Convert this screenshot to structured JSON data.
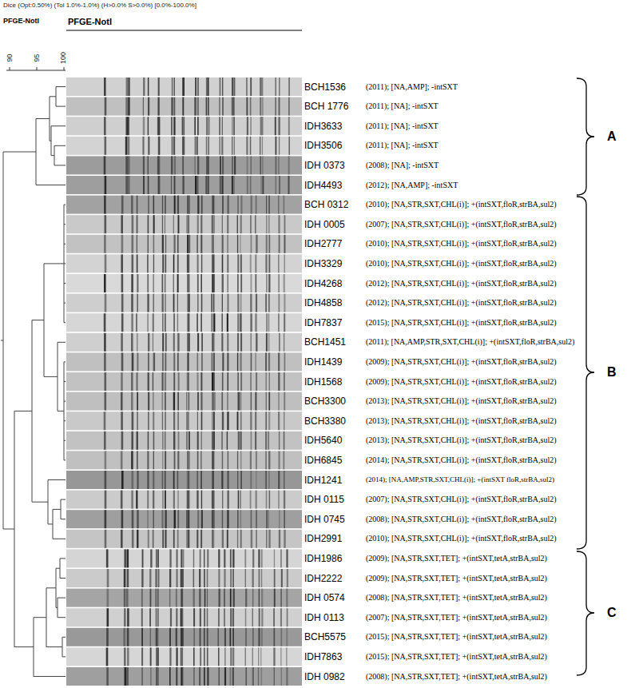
{
  "diagram": {
    "title": "PFGE-NotI",
    "labels": [
      "Dice (Opt:0.50%) (Tol 1.0%-1.0%) (H>0.0% S>0.0%) [0.0%-100.0%]",
      "PFGE-NotI",
      "90",
      "95",
      "100",
      "BCH1536",
      "(2011); [NA,AMP]; -intSXT",
      "BCH 1776",
      "(2011); [NA]; -intSXT",
      "IDH3633",
      "(2011); [NA]; -intSXT",
      "IDH3506",
      "(2011); [NA]; -intSXT",
      "IDH 0373",
      "(2008); [NA]; -intSXT",
      "IDH4493",
      "(2012); [NA,AMP]; -intSXT",
      "BCH 0312",
      "(2010); [NA,STR,SXT,CHL(i)]; +(intSXT,floR,strBA,sul2)",
      "IDH 0005",
      "(2007); [NA,STR,SXT,CHL(i)]; +(intSXT,floR,strBA,sul2)",
      "IDH2777",
      "(2010); [NA,STR,SXT,CHL(i)]; +(intSXT,floR,strBA,sul2)",
      "IDH3329",
      "(2010); [NA,STR,SXT,CHL(i)]; +(intSXT,floR,strBA,sul2)",
      "IDH4268",
      "(2012); [NA,STR,SXT,CHL(i)]; +(intSXT,floR,strBA,sul2)",
      "IDH4858",
      "(2012); [NA,STR,SXT,CHL(i)]; +(intSXT,floR,strBA,sul2)",
      "IDH7837",
      "(2015); [NA,STR,SXT,CHL(i)]; +(intSXT,floR,strBA,sul2)",
      "BCH1451",
      "(2011); [NA,AMP,STR,SXT,CHL(i)]; +(intSXT,floR,strBA,sul2)",
      "IDH1439",
      "(2009); [NA,STR,SXT,CHL(i)]; +(intSXT,floR,strBA,sul2)",
      "IDH1568",
      "(2009); [NA,STR,SXT,CHL(i)]; +(intSXT,floR,strBA,sul2)",
      "BCH3300",
      "(2013); [NA,STR,SXT,CHL(i)]; +(intSXT,floR,strBA,sul2)",
      "BCH3380",
      "(2013); [NA,STR,SXT,CHL(i)]; +(intSXT,floR,strBA,sul2)",
      "IDH5640",
      "(2013); [NA,STR,SXT,CHL(i)]; +(intSXT,floR,strBA,sul2)",
      "IDH6845",
      "(2014); [NA,STR,SXT,CHL(i)]; +(intSXT,floR,strBA,sul2)",
      "IDH1241",
      "(2014); [NA,AMP,STR,SXT,CHL(i)]; +(intSXT floR,strBA,sul2)",
      "IDH 0115",
      "(2007); [NA,STR,SXT,CHL(i)]; +(intSXT,floR,strBA,sul2)",
      "IDH 0745",
      "(2008); [NA,STR,SXT,CHL(i)]; +(intSXT,floR,strBA,sul2)",
      "IDH2991",
      "(2010); [NA,STR,SXT,CHL(i)]; +(intSXT,floR,strBA,sul2)",
      "IDH1986",
      "(2009); [NA,STR,SXT,TET]; +(intSXT,tetA,strBA,sul2)",
      "IDH2222",
      "(2009); [NA,STR,SXT,TET]; +(intSXT,tetA,strBA,sul2)",
      "IDH 0574",
      "(2008); [NA,STR,SXT,TET]; +(intSXT,tetA,strBA,sul2)",
      "IDH 0113",
      "(2007); [NA,STR,SXT,TET]; +(intSXT,tetA,strBA,sul2)",
      "BCH5575",
      "(2015); [NA,STR,SXT,TET]; +(intSXT,tetA,strBA,sul2)",
      "IDH7863",
      "(2015); [NA,STR,SXT,TET]; +(intSXT,tetA,strBA,sul2)",
      "IDH 0982",
      "(2008); [NA,STR,SXT,TET]; +(intSXT,tetA,strBA,sul2)",
      "A",
      "B",
      "C"
    ]
  }
}
